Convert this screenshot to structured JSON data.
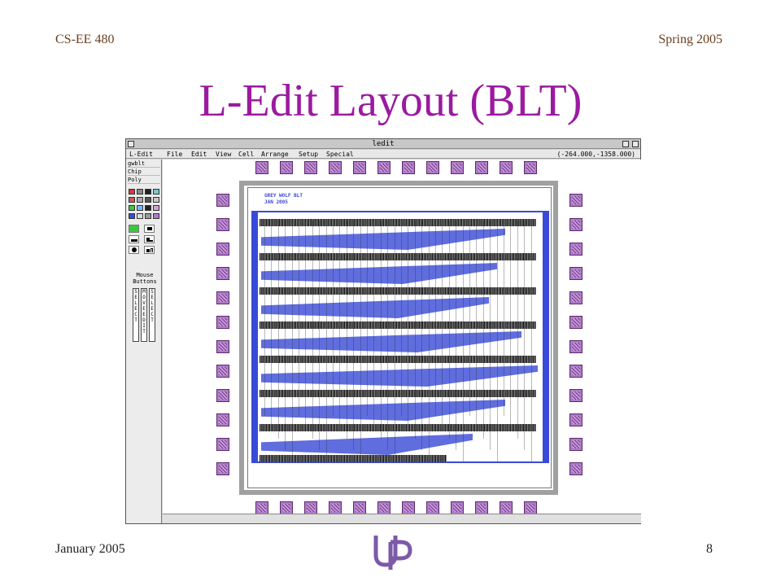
{
  "slide": {
    "course": "CS-EE 480",
    "term": "Spring 2005",
    "title": "L-Edit Layout (BLT)",
    "date": "January 2005",
    "page_number": "8",
    "logo_text": "UP"
  },
  "window": {
    "title": "ledit",
    "menu": [
      "L-Edit",
      "File",
      "Edit",
      "View",
      "Cell",
      "Arrange",
      "Setup",
      "Special"
    ],
    "coordinates": "(-264.000,-1358.000)"
  },
  "palette": {
    "file": "gwblt",
    "cell": "Chip",
    "layer": "Poly",
    "mouse_buttons_label": "Mouse Buttons",
    "mouse_buttons": [
      "SELECT",
      "MOVE EDIT",
      "SELECT"
    ]
  },
  "layout": {
    "chip_label_line1": "GREY WOLF BLT",
    "chip_label_line2": "JAN 2005"
  },
  "colors": {
    "title": "#9b1aa0",
    "header": "#6b3e1f",
    "routing": "#4354d8",
    "pad": "#b07ac8"
  }
}
